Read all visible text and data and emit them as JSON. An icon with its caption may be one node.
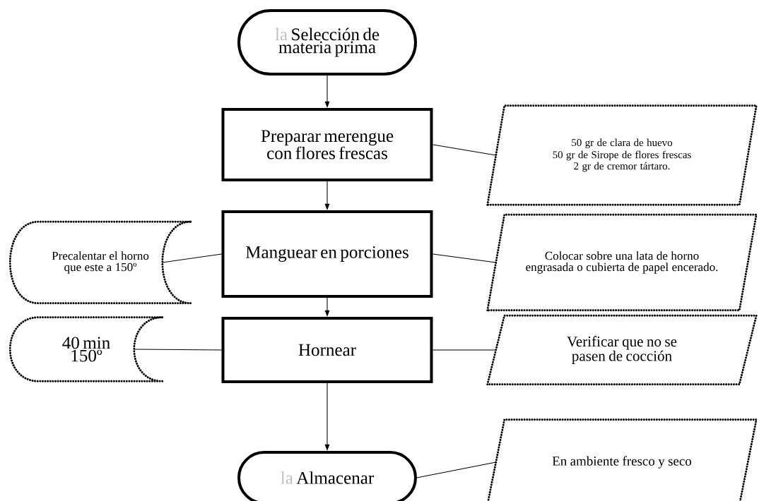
{
  "diagram": {
    "nodes": [
      {
        "text": [
          "la",
          "Selección de materia prima"
        ]
      },
      {
        "text": [
          "Preparar merengue con flores frescas"
        ]
      },
      {
        "text": [
          "50 gr de clara de huevo",
          "50 gr de Sirope de flores frescas",
          "2 gr de cremor tártaro."
        ]
      },
      {
        "text": [
          "Precalentar el horno que este a 150º"
        ]
      },
      {
        "text": [
          "Manguear en porciones"
        ]
      },
      {
        "text": [
          "Colocar sobre una lata de horno engrasada o cubierta de papel encerado."
        ]
      },
      {
        "text": [
          "40 min 150º"
        ]
      },
      {
        "text": [
          "Hornear"
        ]
      },
      {
        "text": [
          "Verificar que no se pasen de cocción"
        ]
      },
      {
        "text": [
          "la",
          "Almacenar"
        ]
      },
      {
        "text": [
          "En ambiente fresco y seco"
        ]
      }
    ],
    "edges": [
      {
        "from": 0,
        "to": 1,
        "arrow": "to"
      },
      {
        "from": 1,
        "to": 2,
        "arrow": "none"
      },
      {
        "from": 1,
        "to": 4,
        "arrow": "to"
      },
      {
        "from": 3,
        "to": 4,
        "arrow": "none"
      },
      {
        "from": 4,
        "to": 5,
        "arrow": "none"
      },
      {
        "from": 4,
        "to": 7,
        "arrow": "to"
      },
      {
        "from": 6,
        "to": 7,
        "arrow": "none"
      },
      {
        "from": 7,
        "to": 8,
        "arrow": "none"
      },
      {
        "from": 7,
        "to": 9,
        "arrow": "to"
      },
      {
        "from": 9,
        "to": 10,
        "arrow": "none"
      }
    ]
  }
}
